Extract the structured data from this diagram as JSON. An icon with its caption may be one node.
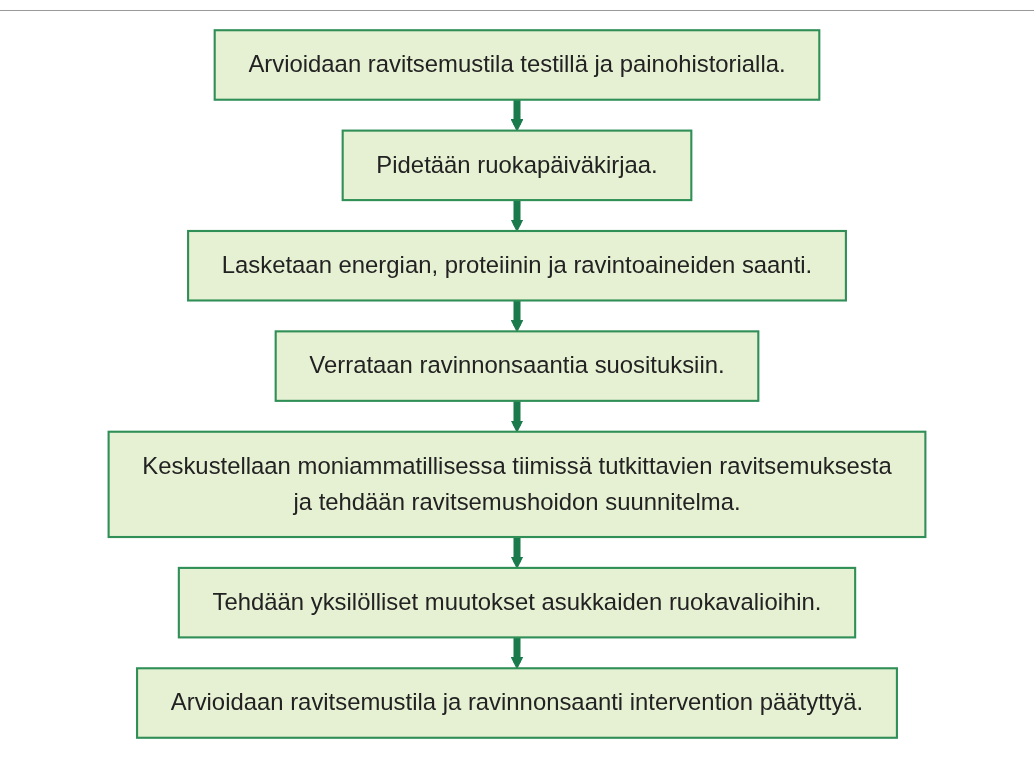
{
  "diagram": {
    "nodes": [
      {
        "text": [
          "Arvioidaan ravitsemustila testillä ja painohistorialla."
        ]
      },
      {
        "text": [
          "Pidetään ruokapäiväkirjaa."
        ]
      },
      {
        "text": [
          "Lasketaan energian, proteiinin ja ravintoaineiden saanti."
        ]
      },
      {
        "text": [
          "Verrataan ravinnonsaantia suosituksiin."
        ]
      },
      {
        "text": [
          "Keskustellaan moniammatillisessa tiimissä tutkittavien ravitsemuksesta ja tehdään ravitsemushoidon suunnitelma."
        ]
      },
      {
        "text": [
          "Tehdään yksilölliset muutokset asukkaiden ruokavalioihin."
        ]
      },
      {
        "text": [
          "Arvioidaan ravitsemustila ja ravinnonsaanti intervention päätyttyä."
        ]
      }
    ],
    "edges": [
      {
        "from": 0,
        "to": 1,
        "arrow": "to"
      },
      {
        "from": 1,
        "to": 2,
        "arrow": "to"
      },
      {
        "from": 2,
        "to": 3,
        "arrow": "to"
      },
      {
        "from": 3,
        "to": 4,
        "arrow": "to"
      },
      {
        "from": 4,
        "to": 5,
        "arrow": "to"
      },
      {
        "from": 5,
        "to": 6,
        "arrow": "to"
      }
    ]
  }
}
